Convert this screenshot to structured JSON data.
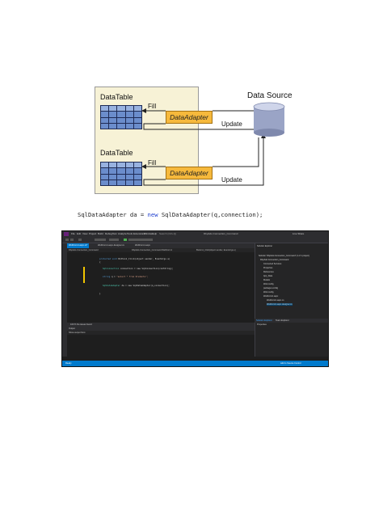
{
  "diagram": {
    "datatable_top": "DataTable",
    "datatable_bottom": "DataTable",
    "adapter_top": "DataAdapter",
    "adapter_bottom": "DataAdapter",
    "fill_top": "Fill",
    "fill_bottom": "Fill",
    "update_top": "Update",
    "update_bottom": "Update",
    "data_source": "Data Source",
    "colors": {
      "panel": "#f7f2d6",
      "grid": "#6b8dcc",
      "adapter": "#f6b93c",
      "cylinder": "#9aa4c6"
    }
  },
  "code_line": {
    "part1": "SqlDataAdapter da = ",
    "keyword": "new",
    "part2": " SqlDataAdapter(q,connection);"
  },
  "vs": {
    "menu": [
      "File",
      "Edit",
      "View",
      "Project",
      "Build",
      "Debug",
      "Test",
      "Analyze",
      "Tools",
      "Extensions",
      "Window",
      "Help"
    ],
    "search": "Search (Ctrl+Q)",
    "title": "DbpAdo.Connection_Command",
    "user": "Live Share",
    "tabs": [
      "WebForm1.aspx.cs*",
      "WebForm1.aspx.designer.cs",
      "WebForm1.aspx"
    ],
    "nav": [
      "DbpAdo.Connection_Command",
      "DbpAdo.Connection_Command.WebForm1",
      "Button1_Click(object sender, EventArgs e)"
    ],
    "code": {
      "l1_kw": "protected void ",
      "l1_tx": "Button1_Click(object sender, EventArgs e)",
      "l2": "{",
      "l3_ty": "SqlConnection ",
      "l3_tx": "connection = new SqlConnection(conString);",
      "l4_kw": "string ",
      "l4_tx": "q = ",
      "l4_st": "\"select * from Students\";",
      "l5_ty": "SqlDataAdapter ",
      "l5_tx": "da = new SqlDataAdapter(q,connection);",
      "l6": "}"
    },
    "editor_status": "100 %   No issues found",
    "output_title": "Output",
    "output_source": "Show output from:",
    "solution_title": "Solution Explorer",
    "solution_items": [
      "Solution 'DbpAdo.Connection_Command' (1 of 1 project)",
      "DbpAdo.Connection_Command",
      "Connected Services",
      "Properties",
      "References",
      "App_Data",
      "Models",
      "Web.config",
      "packages.config",
      "Web.config",
      "WebForm1.aspx",
      "WebForm1.aspx.cs",
      "WebForm1.aspx.designer.cs"
    ],
    "sol_tabs": [
      "Solution Explorer",
      "Team Explorer"
    ],
    "props_title": "Properties",
    "status_left": "Ready",
    "status_right": "Add to Source Control"
  }
}
